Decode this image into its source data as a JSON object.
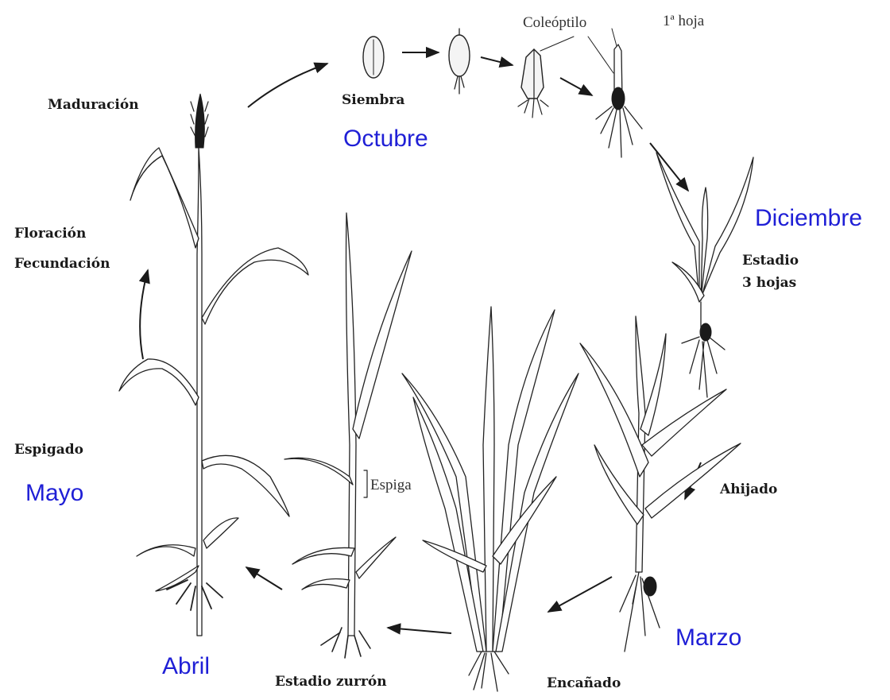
{
  "stages": {
    "siembra": "Siembra",
    "maduracion": "Maduración",
    "floracion": "Floración",
    "fecundacion": "Fecundación",
    "espigado": "Espigado",
    "estadio_zurron": "Estadio zurrón",
    "encanado": "Encañado",
    "ahijado": "Ahijado",
    "estadio_3hojas_l1": "Estadio",
    "estadio_3hojas_l2": "3 hojas"
  },
  "annotations": {
    "coleoptilo": "Coleóptilo",
    "primera_hoja": "1ª hoja",
    "espiga": "Espiga"
  },
  "months": {
    "octubre": "Octubre",
    "diciembre": "Diciembre",
    "marzo": "Marzo",
    "abril": "Abril",
    "mayo": "Mayo"
  },
  "colors": {
    "month_text": "#1f1fd6",
    "ink": "#222222"
  }
}
